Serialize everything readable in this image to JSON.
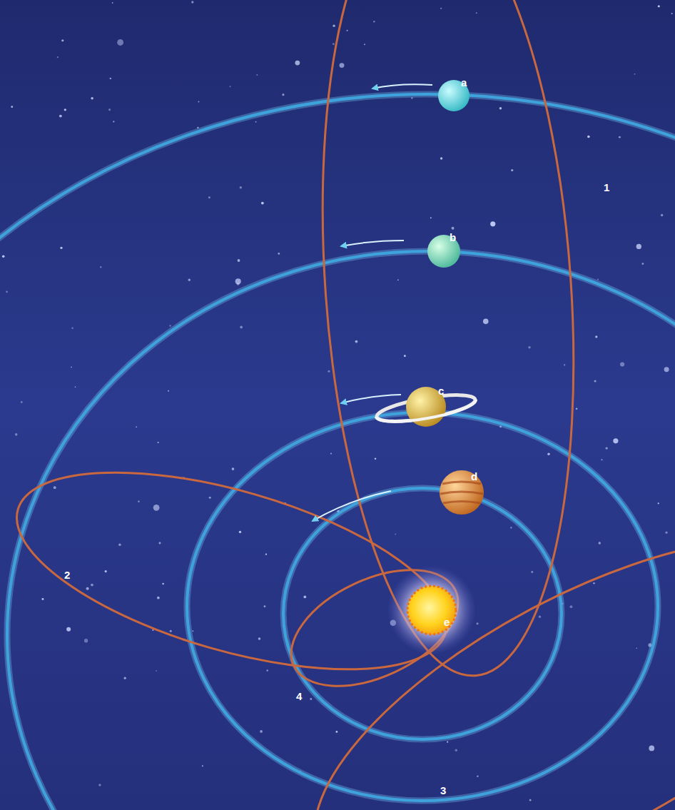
{
  "diagram": {
    "labels": [
      "a",
      "b",
      "c",
      "d",
      "e",
      "1",
      "2",
      "3",
      "4"
    ]
  }
}
